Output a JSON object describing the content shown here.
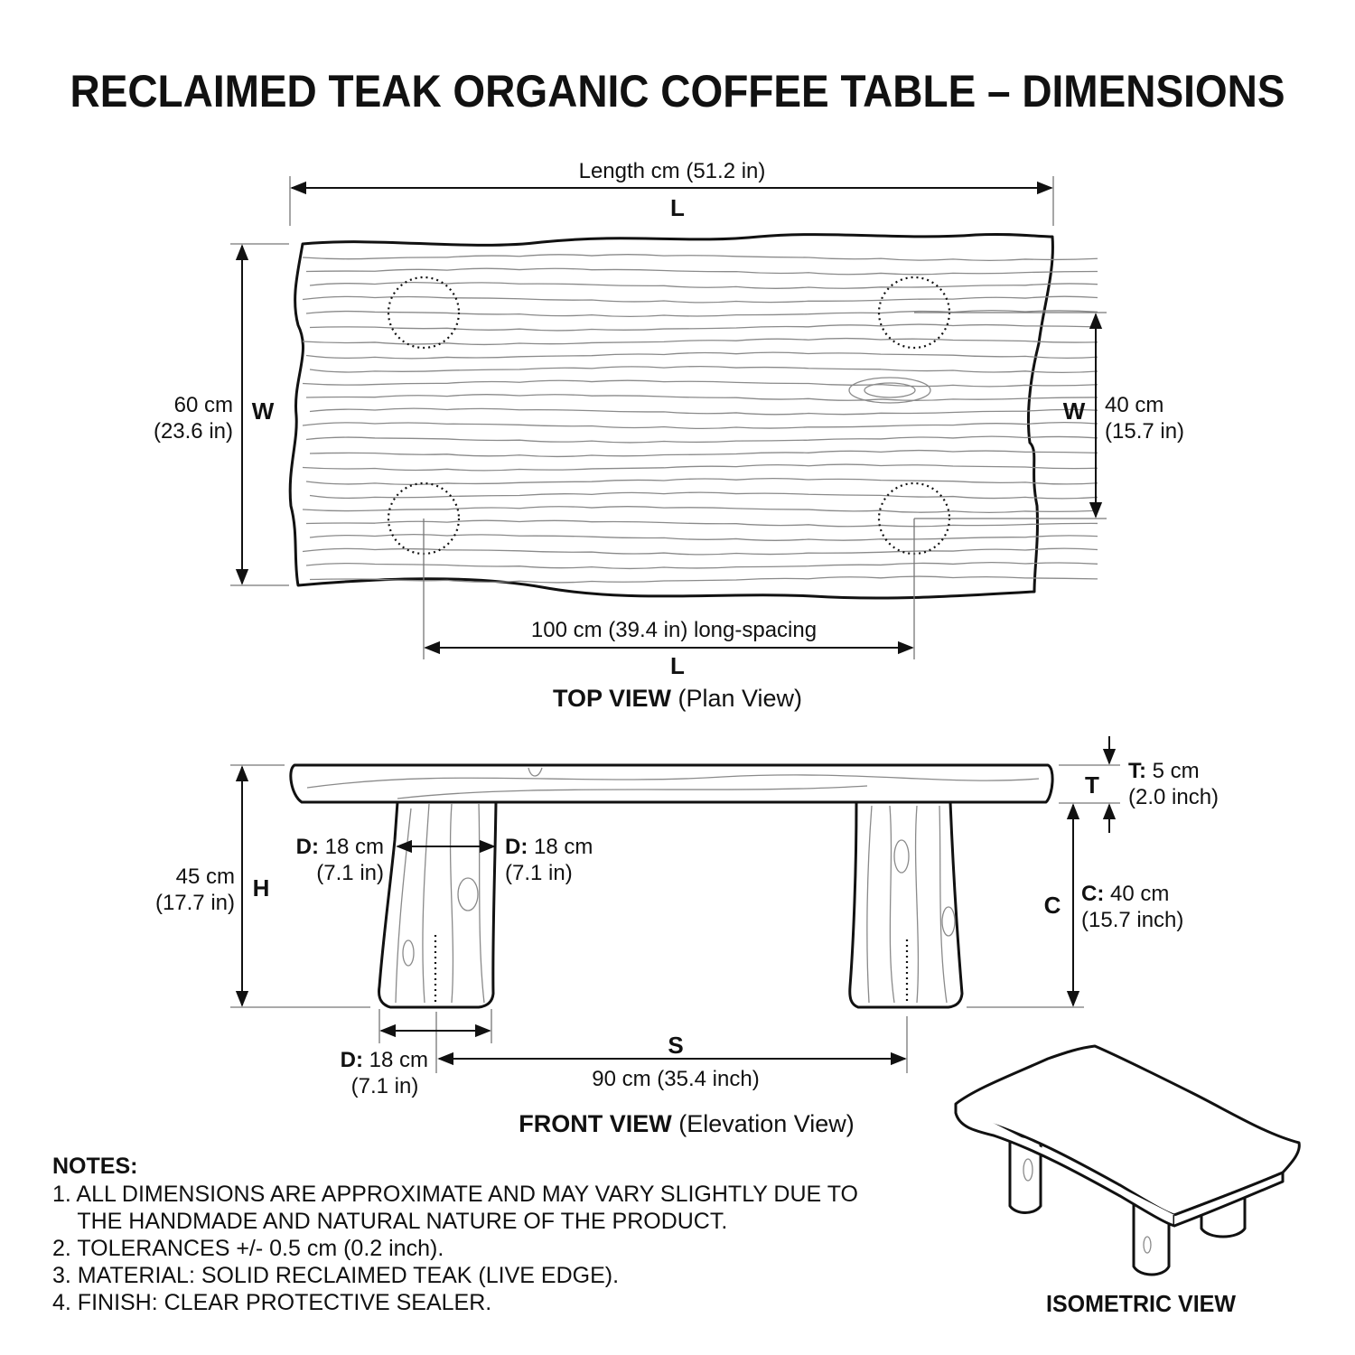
{
  "title": "RECLAIMED TEAK ORGANIC COFFEE TABLE – DIMENSIONS",
  "top_view": {
    "length_label": "Length cm (51.2 in)",
    "length_letter": "L",
    "width_left_cm": "60 cm",
    "width_left_in": "(23.6 in)",
    "width_left_letter": "W",
    "width_right_cm": "40 cm",
    "width_right_in": "(15.7 in)",
    "width_right_letter": "W",
    "spacing_label": "100 cm (39.4 in) long-spacing",
    "spacing_letter": "L",
    "caption_bold": "TOP VIEW",
    "caption_normal": " (Plan View)"
  },
  "front_view": {
    "height_cm": "45 cm",
    "height_in": "(17.7 in)",
    "height_letter": "H",
    "diam_prefix": "D:",
    "diam_cm": " 18 cm",
    "diam_in": "(7.1 in)",
    "thickness_letter": "T",
    "thickness_prefix": "T:",
    "thickness_cm": " 5 cm",
    "thickness_in": "(2.0 inch)",
    "clearance_letter": "C",
    "clearance_prefix": "C:",
    "clearance_cm": " 40 cm",
    "clearance_in": "(15.7 inch)",
    "span_letter": "S",
    "span_label": "90 cm (35.4 inch)",
    "caption_bold": "FRONT VIEW",
    "caption_normal": " (Elevation View)"
  },
  "notes": {
    "heading": "NOTES:",
    "lines": [
      "1. ALL DIMENSIONS ARE APPROXIMATE AND MAY VARY SLIGHTLY DUE TO",
      "    THE HANDMADE AND NATURAL NATURE OF THE PRODUCT.",
      "2. TOLERANCES +/- 0.5 cm (0.2 inch).",
      "3. MATERIAL: SOLID RECLAIMED TEAK (LIVE EDGE).",
      "4. FINISH: CLEAR PROTECTIVE SEALER."
    ]
  },
  "isometric": {
    "caption": "ISOMETRIC VIEW"
  }
}
